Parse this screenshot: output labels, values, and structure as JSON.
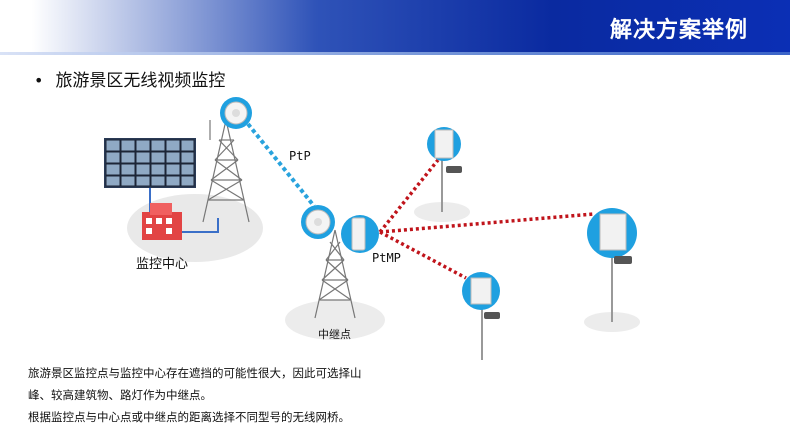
{
  "header": {
    "title": "解决方案举例"
  },
  "bullet": {
    "text": "旅游景区无线视频监控"
  },
  "diagram": {
    "labels": {
      "ptp": "PtP",
      "ptmp": "PtMP",
      "monitor_center": "监控中心",
      "relay_point": "中继点"
    },
    "colors": {
      "ptp_link": "#29a3dd",
      "ptmp_link": "#c0141b",
      "accent_blue": "#1fa0e0"
    }
  },
  "caption": {
    "line1": "旅游景区监控点与监控中心存在遮挡的可能性很大，因此可选择山",
    "line2": "峰、较高建筑物、路灯作为中继点。",
    "line3": "根据监控点与中心点或中继点的距离选择不同型号的无线网桥。"
  }
}
